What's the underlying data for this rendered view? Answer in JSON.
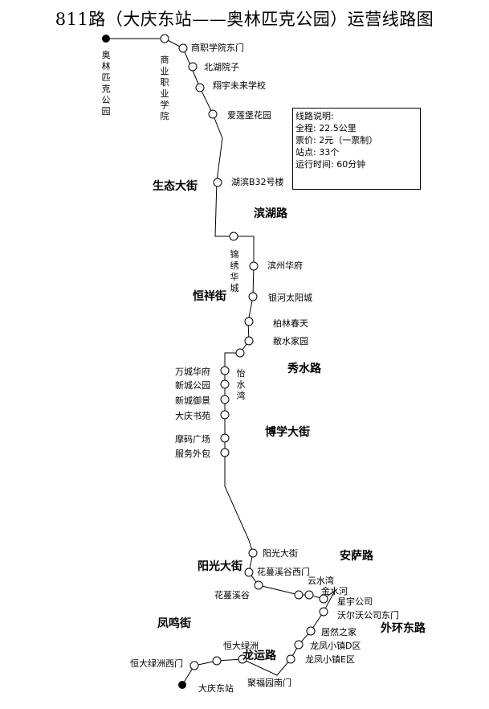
{
  "title": "811路（大庆东站——奥林匹克公园）运营线路图",
  "info": {
    "heading": "线路说明:",
    "length": "全程: 22.5公里",
    "fare": "票价: 2元（一票制）",
    "stops": "站点: 33个",
    "hours": "运行时间: 60分钟"
  },
  "terminals": {
    "start": "奥林匹克公园",
    "end": "大庆东站"
  },
  "stops": [
    "商业职业学院",
    "商职学院东门",
    "北湖院子",
    "翔宇未来学校",
    "爱莲堡花园",
    "湖滨B32号楼",
    "锦绣华城",
    "滨州华府",
    "银河太阳城",
    "柏林春天",
    "敝水家园",
    "怡水湾",
    "万城华府",
    "新城公园",
    "新城御景",
    "大庆书苑",
    "摩码广场",
    "服务外包",
    "阳光大街",
    "花蔓溪谷西门",
    "花蔓溪谷",
    "云水湾",
    "金水河",
    "星宇公司",
    "沃尔沃公司东门",
    "居然之家",
    "龙凤小镇D区",
    "龙凤小镇E区",
    "聚福园南门",
    "恒大绿洲",
    "恒大绿洲西门"
  ],
  "roads": [
    "生态大街",
    "滨湖路",
    "恒祥街",
    "秀水路",
    "博学大街",
    "阳光大街",
    "安萨路",
    "凤鸣街",
    "外环东路",
    "龙运路"
  ],
  "colors": {
    "line": "#000000",
    "stop_fill": "#ffffff",
    "terminal_fill": "#000000"
  }
}
